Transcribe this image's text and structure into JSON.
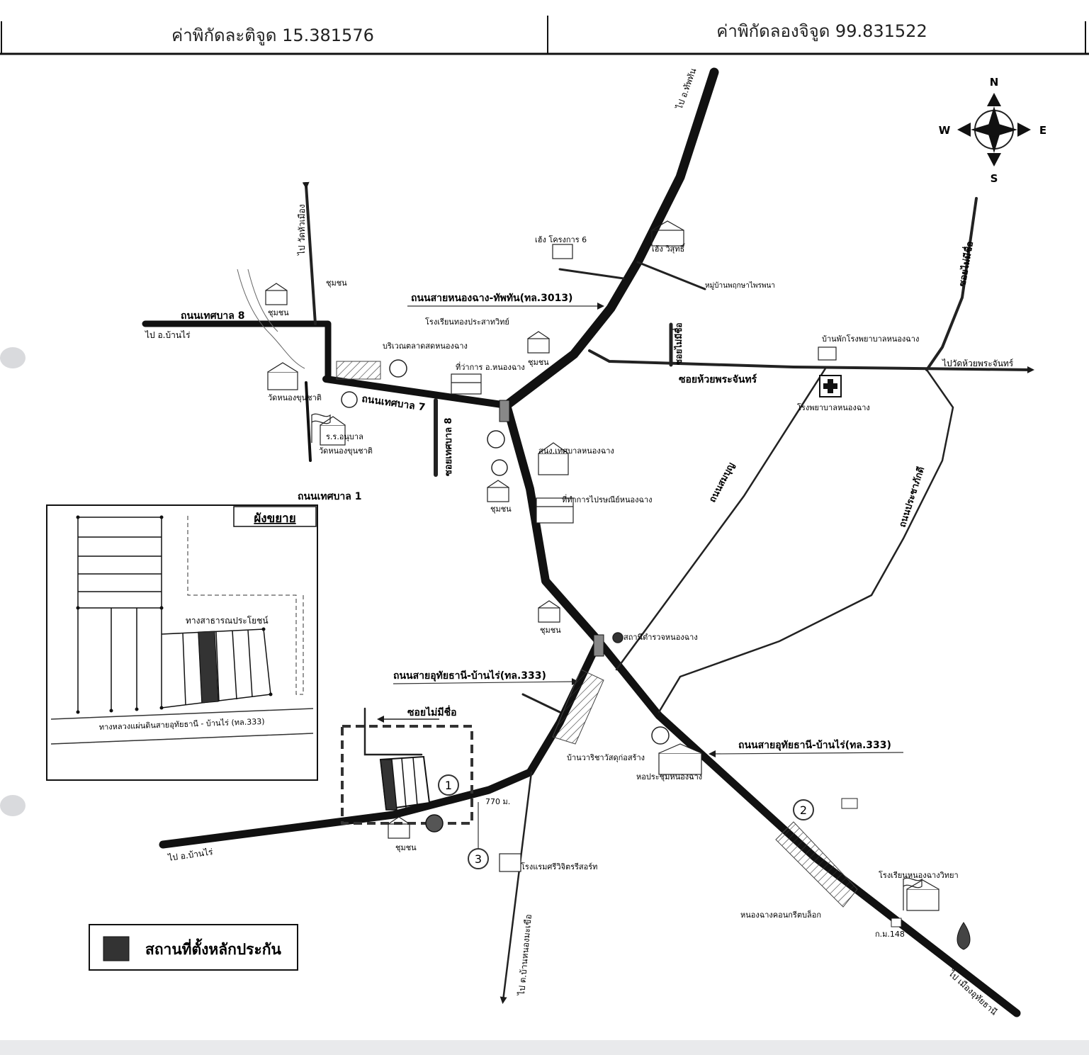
{
  "header": {
    "latitude_label": "ค่าพิกัดละติจูด 15.381576",
    "longitude_label": "ค่าพิกัดลองจิจูด 99.831522"
  },
  "compass": {
    "n": "N",
    "s": "S",
    "e": "E",
    "w": "W"
  },
  "roads": {
    "to_thap_than": "ไป อ.ทัพทัน",
    "to_wat_hua_mueang": "ไป วัดหัวเมือง",
    "to_ban_rai_top": "ไป อ.บ้านไร่",
    "to_ban_rai_bottom": "ไป อ.บ้านไร่",
    "to_wat_huai_phra_chan": "ไปวัดห้วยพระจันทร์",
    "to_ban_nong_makhuea": "ไป ต.บ้านหนองมะเขือ",
    "to_mueang_uthai": "ไป เมืองอุทัยธานี",
    "highway_3013": "ถนนสายหนองฉาง-ทัพทัน(ทล.3013)",
    "highway_333_a": "ถนนสายอุทัยธานี-บ้านไร่(ทล.333)",
    "highway_333_b": "ถนนสายอุทัยธานี-บ้านไร่(ทล.333)",
    "thesaban_8": "ถนนเทศบาล 8",
    "thesaban_7": "ถนนเทศบาล 7",
    "thesaban_1": "ถนนเทศบาล 1",
    "soi_thesaban_8": "ซอยเทศบาล 8",
    "soi_huai_phra_chan": "ซอยห้วยพระจันทร์",
    "soi_no_name_1": "ซอยไม่มีชื่อ",
    "soi_no_name_2": "ซอยไม่มีชื่อ",
    "soi_no_name_3": "ซอยไม่มีชื่อ",
    "thanon_som_bun": "ถนนสมบุญ",
    "thanon_pracha_phak": "ถนนประชาภักดี"
  },
  "landmarks": {
    "community_1": "ชุมชน",
    "community_2": "ชุมชน",
    "community_3": "ชุมชน",
    "community_4": "ชุมชน",
    "community_5": "ชุมชน",
    "community_6": "ชุมชน",
    "prasan_project": "เฮ้ง โครงการ 6",
    "heng_visit": "เฮ้ง วิสุทธิ์",
    "moo_ban": "หมู่บ้านพฤกษาไพรพนา",
    "school_thong": "โรงเรียนทองประสาทวิทย์",
    "market": "บริเวณตลาดสดหนองฉาง",
    "district_office": "ที่ว่าการ อ.หนองฉาง",
    "temple": "วัดหนองขุนชาติ",
    "kindergarten": "ร.ร.อนุบาล",
    "kindergarten_2": "วัดหนองขุนชาติ",
    "stadium": "สนง.เทศบาลหนองฉาง",
    "post_office": "ที่ทำการไปรษณีย์หนองฉาง",
    "hospital_residence": "บ้านพักโรงพยาบาลหนองฉาง",
    "hospital": "โรงพยาบาลหนองฉาง",
    "police": "สถานีตำรวจหนองฉาง",
    "ban_chang": "บ้านวาริชาวัสดุก่อสร้าง",
    "municipal_hall": "หอประชุมหนองฉาง",
    "hotel": "โรงแรมศรีวิจิตรรีสอร์ท",
    "school_wittaya": "โรงเรียนหนองฉางวิทยา",
    "nong_chang_sign": "หนองฉางคอนกรีตบล็อก",
    "km_marker": "ก.ม.148",
    "distance": "770 ม."
  },
  "markers": {
    "m1": "1",
    "m2": "2",
    "m3": "3"
  },
  "inset": {
    "title": "ผังขยาย",
    "public_road": "ทางสาธารณประโยชน์",
    "highway_label": "ทางหลวงแผ่นดินสายอุทัยธานี - บ้านไร่ (ทล.333)"
  },
  "legend": {
    "label": "สถานที่ตั้งหลักประกัน"
  }
}
